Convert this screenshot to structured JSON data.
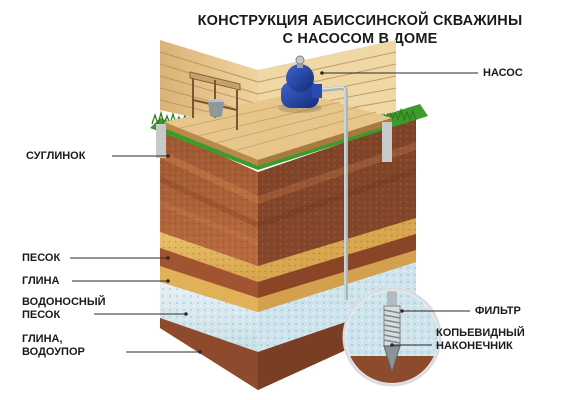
{
  "title": {
    "line1": "КОНСТРУКЦИЯ АБИССИНСКОЙ СКВАЖИНЫ",
    "line2": "С НАСОСОМ В ДОМЕ"
  },
  "labels": {
    "pump": "НАСОС",
    "loam": "СУГЛИНОК",
    "sand": "ПЕСОК",
    "clay": "ГЛИНА",
    "aquifer_line1": "ВОДОНОСНЫЙ",
    "aquifer_line2": "ПЕСОК",
    "aquitard_line1": "ГЛИНА,",
    "aquitard_line2": "ВОДОУПОР",
    "filter": "ФИЛЬТР",
    "tip_line1": "КОПЬЕВИДНЫЙ",
    "tip_line2": "НАКОНЕЧНИК"
  },
  "colors": {
    "loam": "#b5653a",
    "sand": "#e2b65a",
    "clay": "#a7583a",
    "aquifer": "#d7e9f0",
    "aquitard": "#8e4a2c",
    "grass": "#3f9a2b",
    "wood": "#e6c48a",
    "pump": "#1f3f9e",
    "pipe": "#c9cfd3"
  }
}
